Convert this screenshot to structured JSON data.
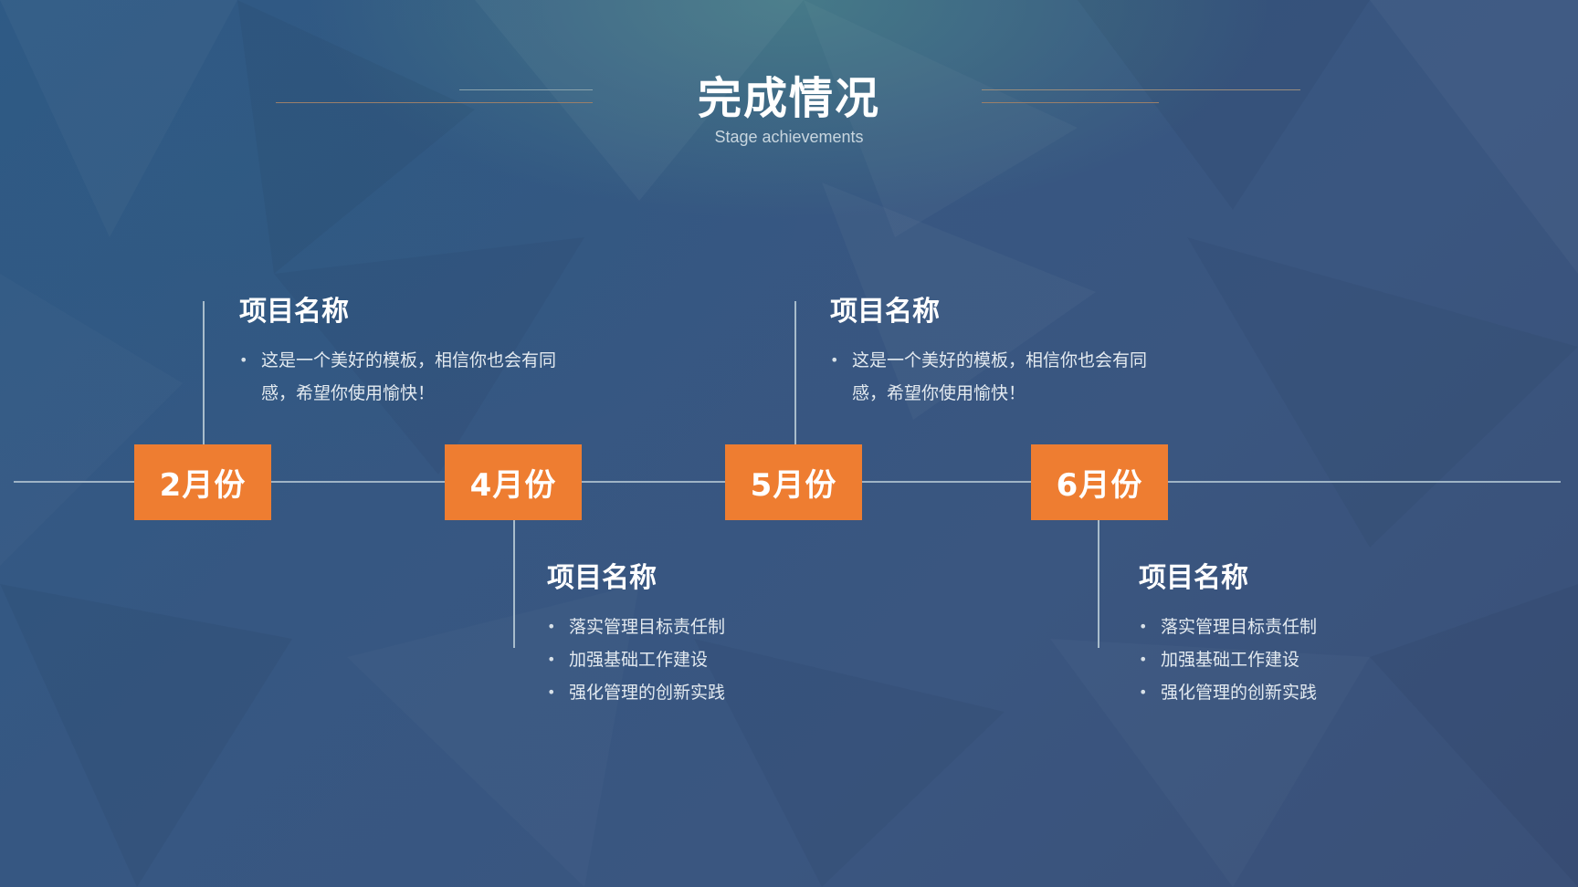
{
  "header": {
    "title": "完成情况",
    "subtitle": "Stage achievements"
  },
  "colors": {
    "accent": "#ee7d31",
    "background": "#365782",
    "text": "#ffffff"
  },
  "timeline": {
    "months": [
      "2月份",
      "4月份",
      "5月份",
      "6月份"
    ],
    "projects": [
      {
        "title": "项目名称",
        "description": "这是一个美好的模板，相信你也会有同感，希望你使用愉快！"
      },
      {
        "title": "项目名称",
        "bullets": [
          "落实管理目标责任制",
          "加强基础工作建设",
          "强化管理的创新实践"
        ]
      },
      {
        "title": "项目名称",
        "description": "这是一个美好的模板，相信你也会有同感，希望你使用愉快！"
      },
      {
        "title": "项目名称",
        "bullets": [
          "落实管理目标责任制",
          "加强基础工作建设",
          "强化管理的创新实践"
        ]
      }
    ]
  }
}
